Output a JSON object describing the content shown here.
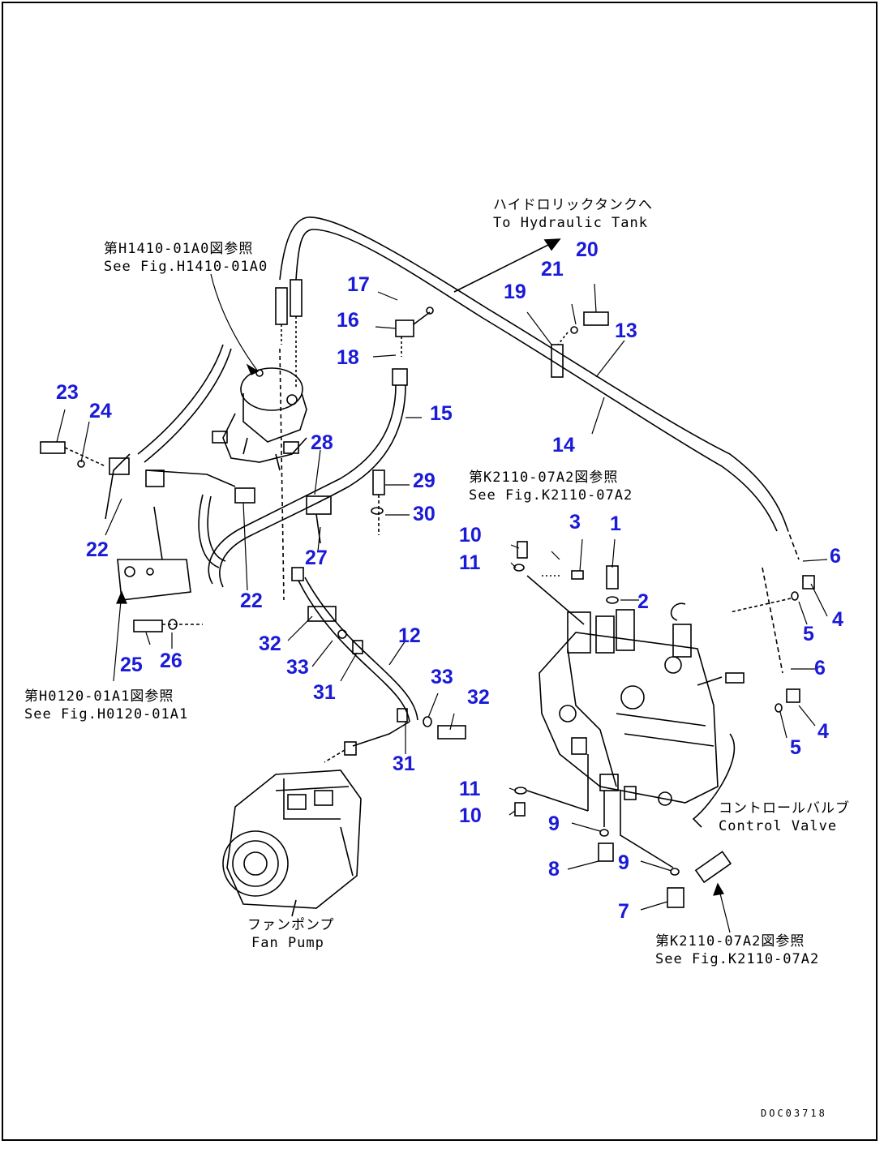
{
  "drawing_code": "DOC03718",
  "notes": {
    "hydraulic_tank_jp": "ハイドロリックタンクへ",
    "hydraulic_tank_en": "To Hydraulic Tank",
    "fig_h1410_jp": "第H1410-01A0図参照",
    "fig_h1410_en": "See Fig.H1410-01A0",
    "fig_k2110_top_jp": "第K2110-07A2図参照",
    "fig_k2110_top_en": "See Fig.K2110-07A2",
    "fig_h0120_jp": "第H0120-01A1図参照",
    "fig_h0120_en": "See Fig.H0120-01A1",
    "control_valve_jp": "コントロールバルブ",
    "control_valve_en": "Control Valve",
    "fan_pump_jp": "ファンポンプ",
    "fan_pump_en": "Fan Pump",
    "fig_k2110_bottom_jp": "第K2110-07A2図参照",
    "fig_k2110_bottom_en": "See Fig.K2110-07A2"
  },
  "part_numbers": {
    "n1": "1",
    "n2": "2",
    "n3": "3",
    "n4a": "4",
    "n4b": "4",
    "n5a": "5",
    "n5b": "5",
    "n6a": "6",
    "n6b": "6",
    "n7": "7",
    "n8": "8",
    "n9a": "9",
    "n9b": "9",
    "n10a": "10",
    "n10b": "10",
    "n11a": "11",
    "n11b": "11",
    "n12": "12",
    "n13": "13",
    "n14": "14",
    "n15": "15",
    "n16": "16",
    "n17": "17",
    "n18": "18",
    "n19": "19",
    "n20": "20",
    "n21": "21",
    "n22a": "22",
    "n22b": "22",
    "n23": "23",
    "n24": "24",
    "n25": "25",
    "n26": "26",
    "n27": "27",
    "n28": "28",
    "n29": "29",
    "n30": "30",
    "n31a": "31",
    "n31b": "31",
    "n32a": "32",
    "n32b": "32",
    "n33a": "33",
    "n33b": "33"
  },
  "colors": {
    "callout": "#1a1ad8",
    "line": "#000000"
  }
}
